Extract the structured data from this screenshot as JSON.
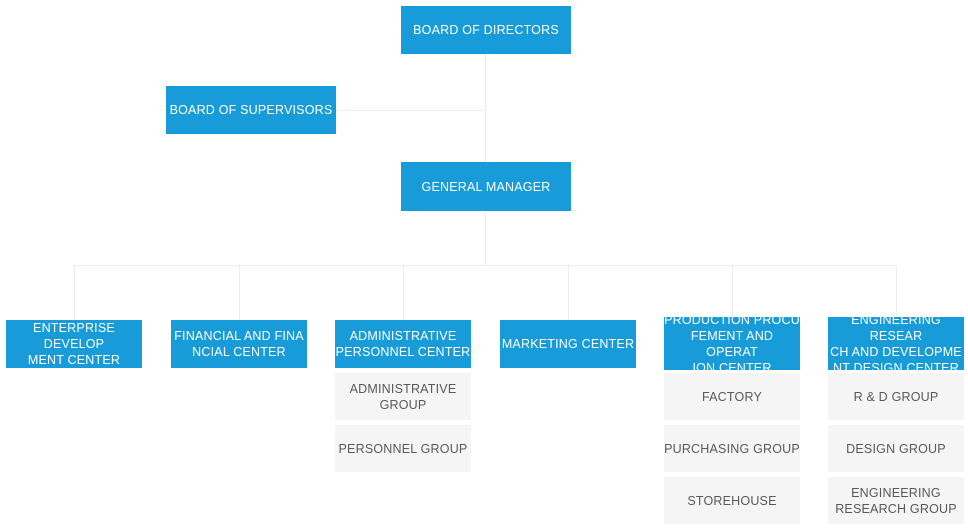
{
  "colors": {
    "node_blue": "#189cd9",
    "node_text": "#ffffff",
    "subnode_bg": "#f5f5f5",
    "subnode_text": "#595959",
    "connector": "#ededed",
    "background": "#ffffff"
  },
  "org": {
    "root": {
      "label": "BOARD OF DIRECTORS"
    },
    "supervisors": {
      "label": "BOARD OF SUPERVISORS"
    },
    "manager": {
      "label": "GENERAL MANAGER"
    },
    "departments": [
      {
        "label": "ENTERPRISE DEVELOP\nMENT CENTER",
        "children": []
      },
      {
        "label": "FINANCIAL AND FINA\nNCIAL CENTER",
        "children": []
      },
      {
        "label": "ADMINISTRATIVE\nPERSONNEL CENTER",
        "children": [
          "ADMINISTRATIVE\nGROUP",
          "PERSONNEL GROUP"
        ]
      },
      {
        "label": "MARKETING CENTER",
        "children": []
      },
      {
        "label": "PRODUCTION PROCU\nFEMENT AND OPERAT\nION CENTER",
        "children": [
          "FACTORY",
          "PURCHASING GROUP",
          "STOREHOUSE"
        ]
      },
      {
        "label": "ENGINEERING RESEAR\nCH AND DEVELOPME\nNT DESIGN CENTER",
        "children": [
          "R & D GROUP",
          "DESIGN GROUP",
          "ENGINEERING\nRESEARCH GROUP"
        ]
      }
    ]
  }
}
